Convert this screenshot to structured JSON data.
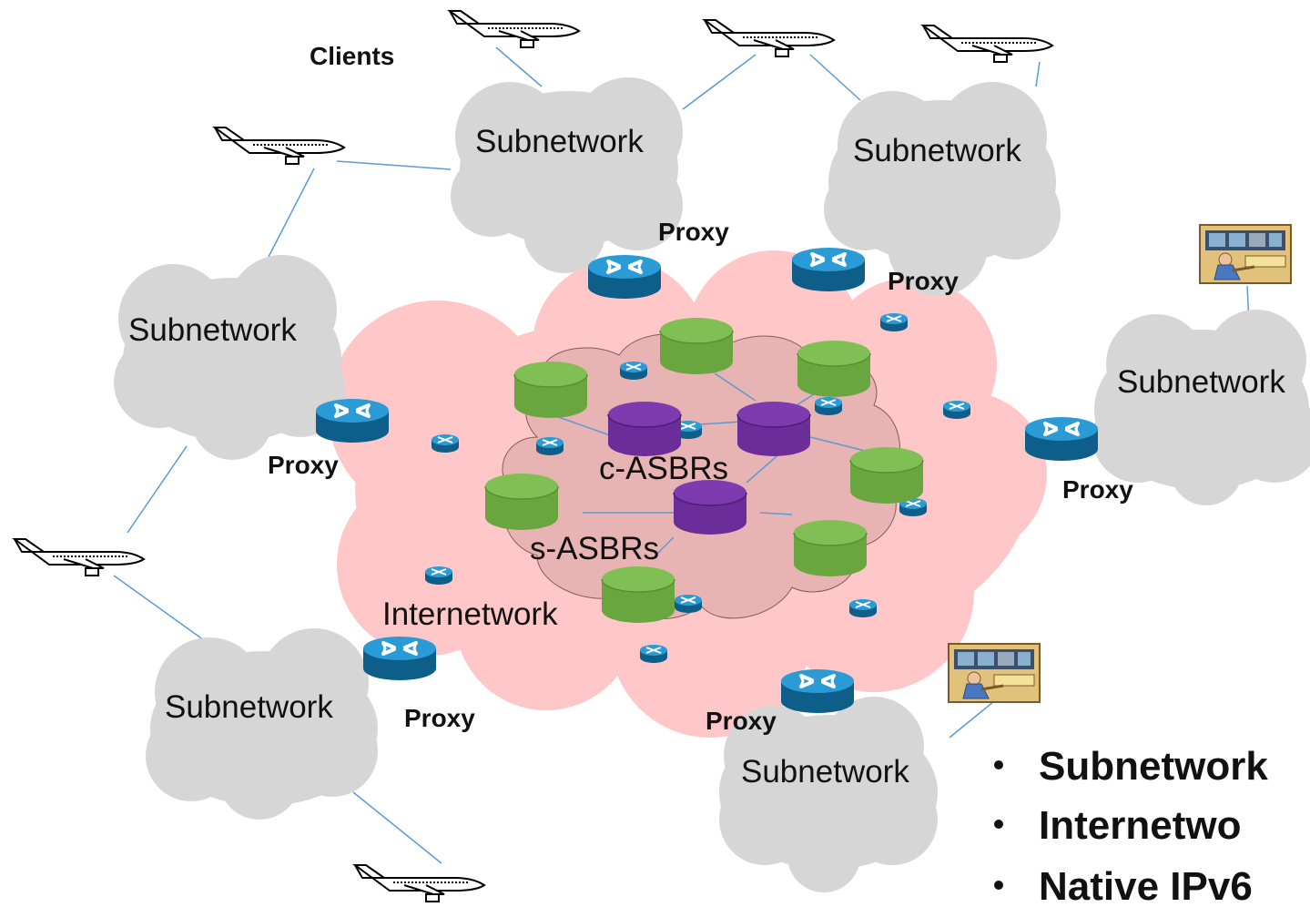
{
  "diagram": {
    "clients_label": "Clients",
    "subnetwork_label": "Subnetwork",
    "proxy_label": "Proxy",
    "internetwork_label": "Internetwork",
    "c_asbrs_label": "c-ASBRs",
    "s_asbrs_label": "s-ASBRs",
    "bullets": [
      "Subnetwork",
      "Internetwo",
      "Native IPv6"
    ]
  },
  "colors": {
    "cloud_gray": "#d6d6d6",
    "internetwork_pink": "#ffc7c7",
    "core_pink": "#e7b3b3",
    "router_blue": "#1a7fb6",
    "c_asbr_purple": "#7030a0",
    "s_asbr_green": "#70ad47",
    "link_blue": "#5b9bd5"
  }
}
